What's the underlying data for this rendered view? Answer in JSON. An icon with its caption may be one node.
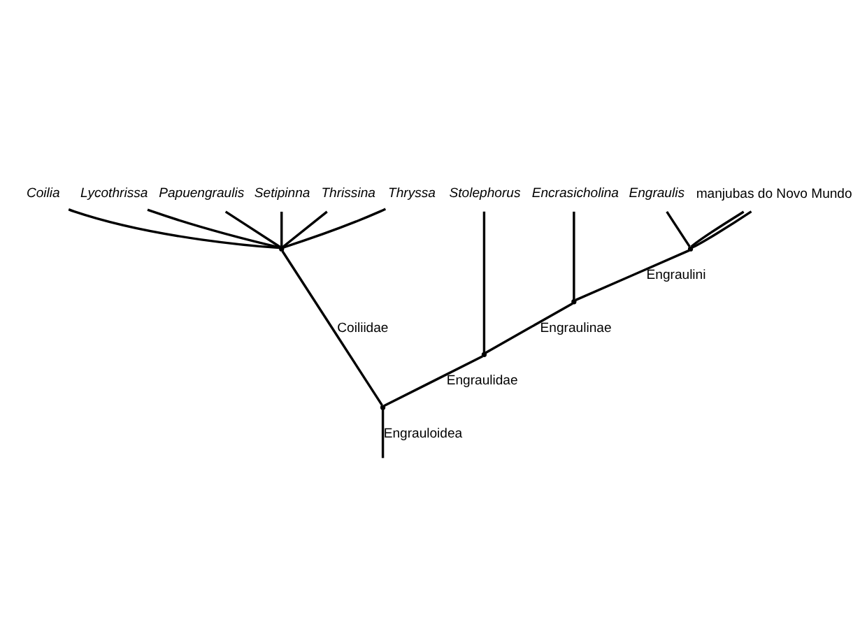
{
  "diagram": {
    "nodes": [
      {
        "text": [
          "Coilia"
        ]
      },
      {
        "text": [
          "Lycothrissa"
        ]
      },
      {
        "text": [
          "Papuengraulis"
        ]
      },
      {
        "text": [
          "Setipinna"
        ]
      },
      {
        "text": [
          "Thrissina"
        ]
      },
      {
        "text": [
          "Thryssa"
        ]
      },
      {
        "text": [
          "Stolephorus"
        ]
      },
      {
        "text": [
          "Encrasicholina"
        ]
      },
      {
        "text": [
          "Engraulis"
        ]
      },
      {
        "text": [
          "manjubas do Novo Mundo"
        ]
      },
      {
        "text": [],
        "shape": "point"
      },
      {
        "text": [],
        "shape": "point"
      },
      {
        "text": [],
        "shape": "point"
      },
      {
        "text": [],
        "shape": "point"
      },
      {
        "text": [],
        "shape": "point"
      }
    ],
    "edges": [
      {
        "from": null,
        "to": 14,
        "arrow": "none",
        "label": "Engrauloidea"
      },
      {
        "from": 14,
        "to": 10,
        "arrow": "none",
        "label": "Coiliidae"
      },
      {
        "from": 10,
        "to": 0,
        "arrow": "none"
      },
      {
        "from": 10,
        "to": 1,
        "arrow": "none"
      },
      {
        "from": 10,
        "to": 2,
        "arrow": "none"
      },
      {
        "from": 10,
        "to": 3,
        "arrow": "none"
      },
      {
        "from": 10,
        "to": 4,
        "arrow": "none"
      },
      {
        "from": 10,
        "to": 5,
        "arrow": "none"
      },
      {
        "from": 14,
        "to": 13,
        "arrow": "none",
        "label": "Engraulidae"
      },
      {
        "from": 13,
        "to": 6,
        "arrow": "none"
      },
      {
        "from": 13,
        "to": 12,
        "arrow": "none",
        "label": "Engraulinae"
      },
      {
        "from": 12,
        "to": 7,
        "arrow": "none"
      },
      {
        "from": 12,
        "to": 11,
        "arrow": "none",
        "label": "Engraulini"
      },
      {
        "from": 11,
        "to": 8,
        "arrow": "none"
      },
      {
        "from": 11,
        "to": 9,
        "arrow": "none"
      },
      {
        "from": 11,
        "to": 9,
        "arrow": "none"
      }
    ]
  }
}
